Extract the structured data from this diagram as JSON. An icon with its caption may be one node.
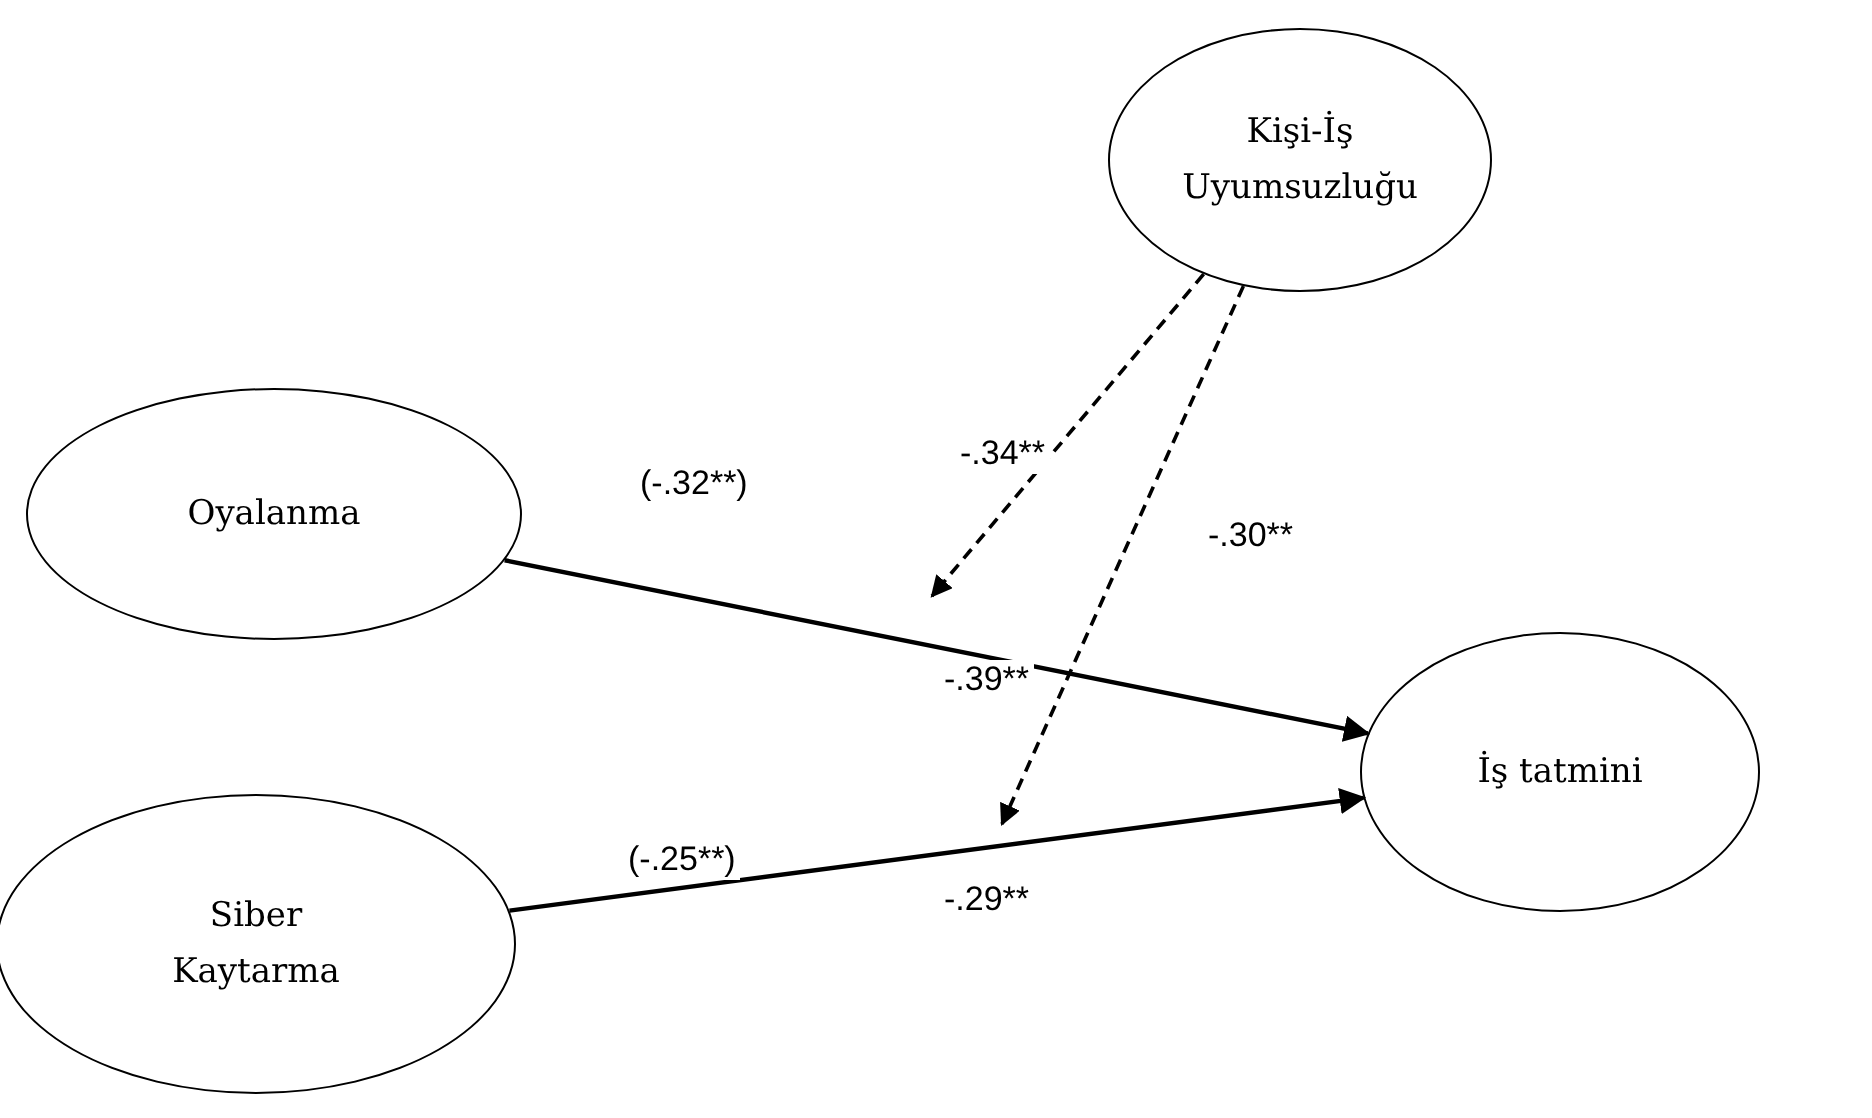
{
  "diagram": {
    "nodes": [
      {
        "text": [
          "Kişi-İş Uyumsuzluğu"
        ]
      },
      {
        "text": [
          "Oyalanma"
        ]
      },
      {
        "text": [
          "İş tatmini"
        ]
      },
      {
        "text": [
          "Siber Kaytarma"
        ]
      }
    ],
    "edges": [
      {
        "from": 1,
        "to": 2,
        "arrow": "to",
        "label": "-.39**"
      },
      {
        "from": 3,
        "to": 2,
        "arrow": "to",
        "label": "-.29**"
      },
      {
        "from": 0,
        "to": null,
        "arrow": "to",
        "style": "dashed",
        "label": "-.34**"
      },
      {
        "from": 0,
        "to": null,
        "arrow": "to",
        "style": "dashed",
        "label": "-.30**"
      }
    ],
    "labels": [
      "(-.32**)",
      "(-.25**)"
    ]
  }
}
